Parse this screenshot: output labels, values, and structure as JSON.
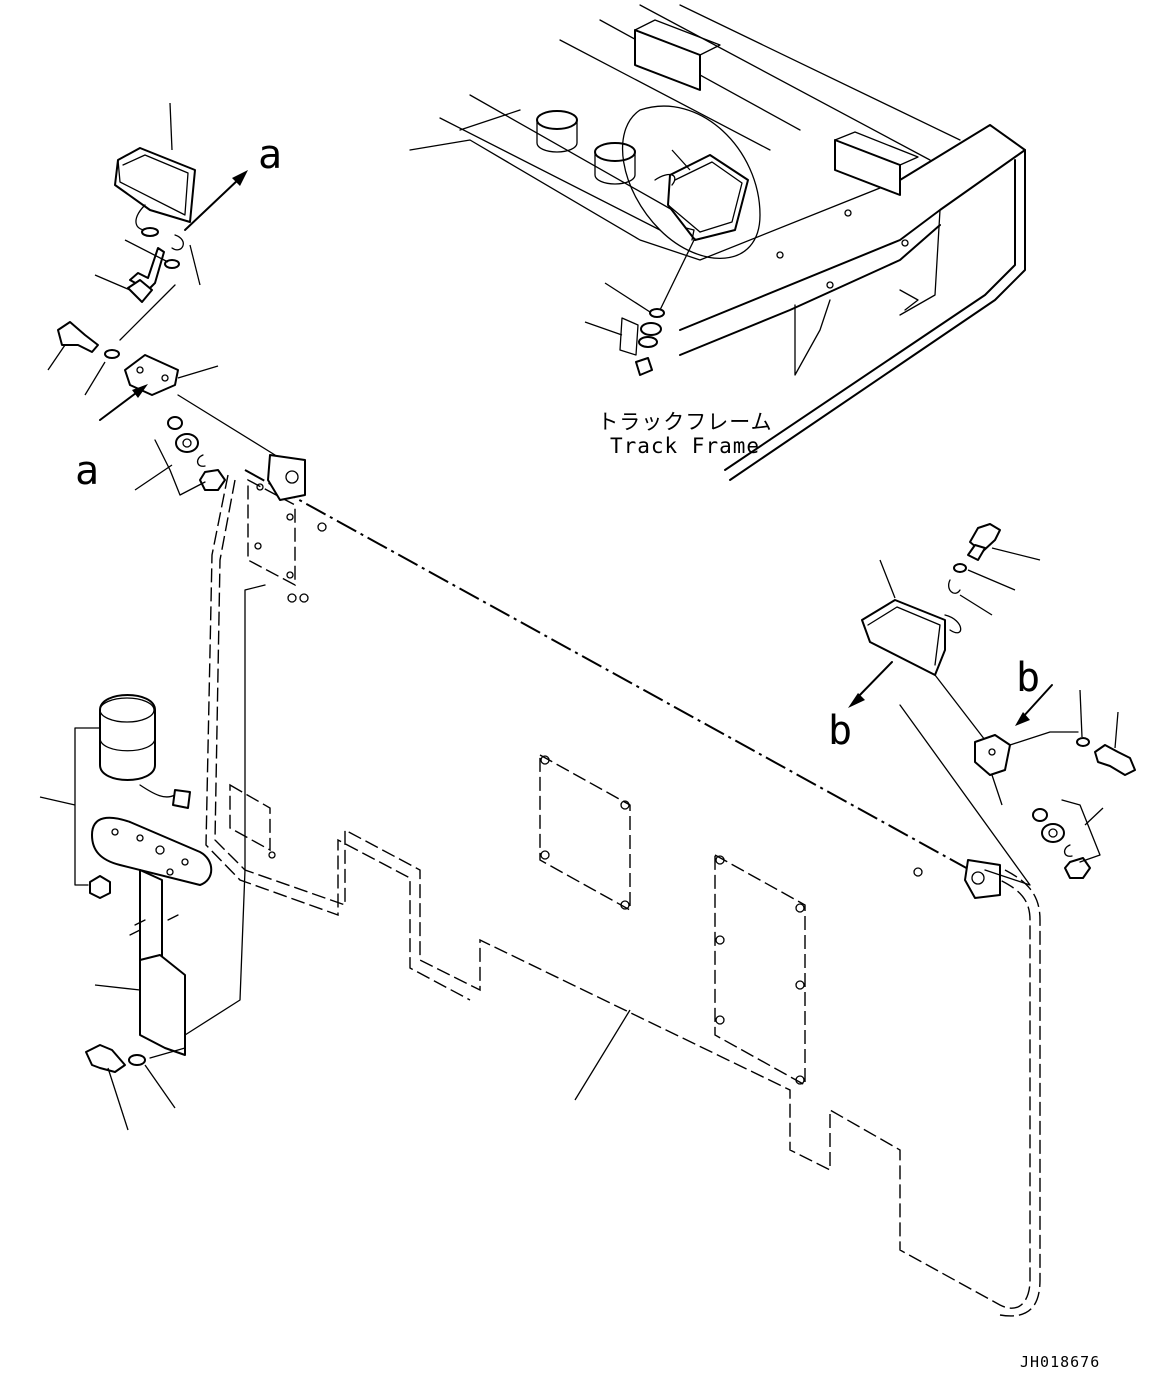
{
  "labels": {
    "view_a_top": "a",
    "view_a_bottom": "a",
    "view_b_top": "b",
    "view_b_bottom": "b"
  },
  "caption": {
    "japanese": "トラックフレーム",
    "english": "Track Frame"
  },
  "drawing_code": "JH018676",
  "icons": [
    "work-lamp-icon",
    "rotating-beacon-icon",
    "bolt-icon",
    "washer-icon",
    "nut-icon",
    "bracket-icon"
  ]
}
